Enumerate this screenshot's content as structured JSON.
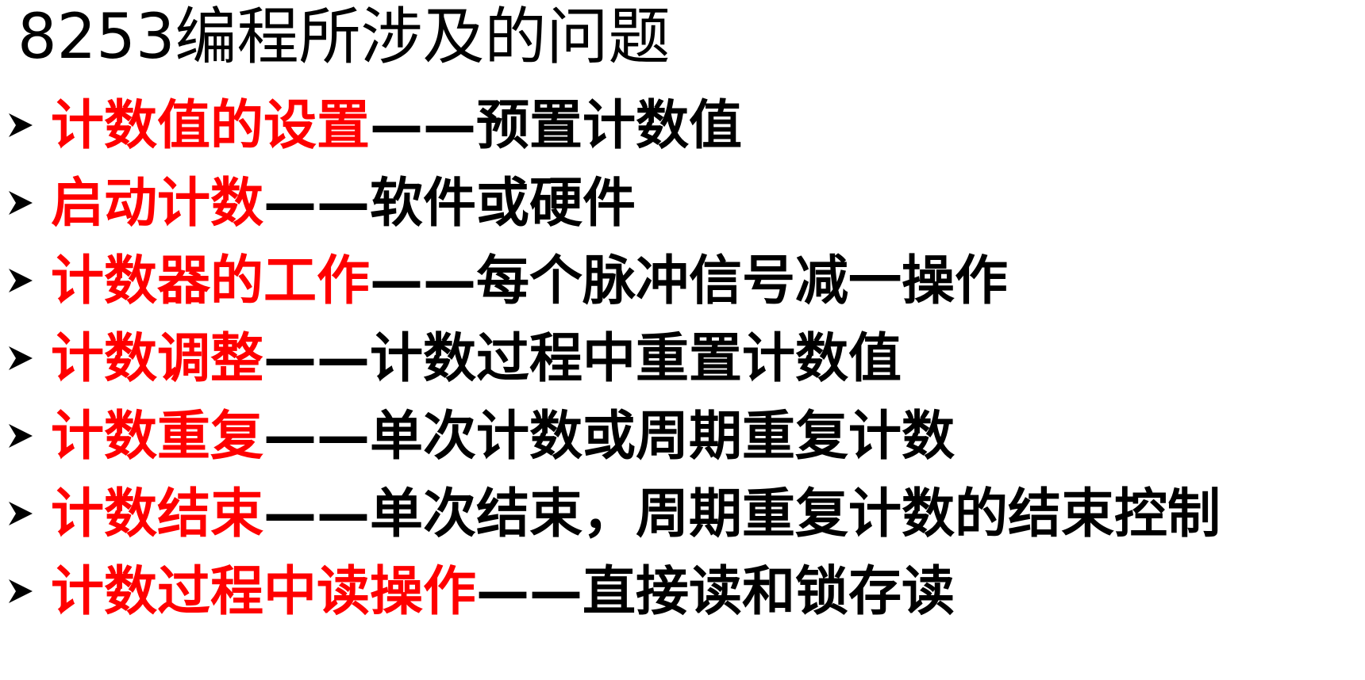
{
  "title": "8253编程所涉及的问题",
  "colors": {
    "term": "#ff0000",
    "text": "#000000",
    "background": "#ffffff"
  },
  "bullet_icon": "arrowhead-bullet-icon",
  "items": [
    {
      "term": "计数值的设置",
      "separator": "——",
      "description": "预置计数值"
    },
    {
      "term": "启动计数",
      "separator": "——",
      "description": "软件或硬件"
    },
    {
      "term": "计数器的工作",
      "separator": "——",
      "description": "每个脉冲信号减一操作"
    },
    {
      "term": "计数调整",
      "separator": "——",
      "description": "计数过程中重置计数值"
    },
    {
      "term": "计数重复",
      "separator": "——",
      "description": "单次计数或周期重复计数"
    },
    {
      "term": "计数结束",
      "separator": "——",
      "description": "单次结束，周期重复计数的结束控制"
    },
    {
      "term": "计数过程中读操作",
      "separator": "——",
      "description": "直接读和锁存读"
    }
  ]
}
